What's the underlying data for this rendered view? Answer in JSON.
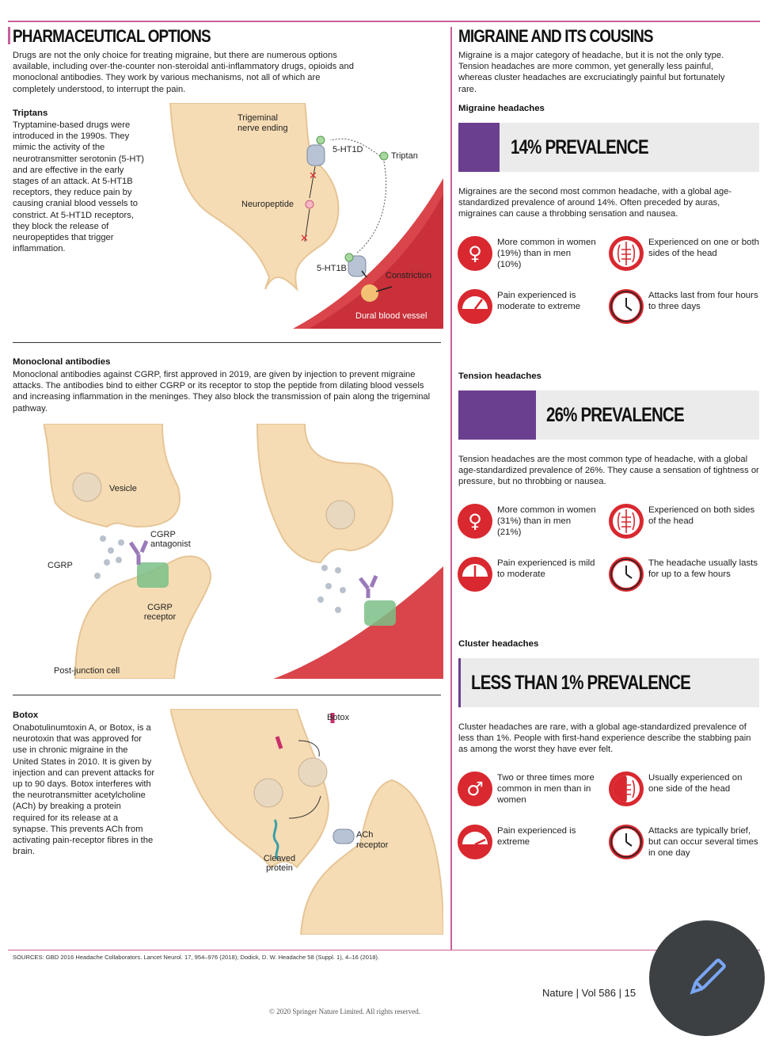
{
  "left": {
    "title": "PHARMACEUTICAL OPTIONS",
    "intro": "Drugs are not the only choice for treating migraine, but there are numerous options available, including over-the-counter non-steroidal anti-inflammatory drugs, opioids and monoclonal antibodies. They work by various mechanisms, not all of which are completely understood, to interrupt the pain.",
    "triptans": {
      "heading": "Triptans",
      "body": "Tryptamine-based drugs were introduced in the 1990s. They mimic the activity of the neurotransmitter serotonin (5-HT) and are effective in the early stages of an attack. At 5-HT1B receptors, they reduce pain by causing cranial blood vessels to constrict. At 5-HT1D receptors, they block the release of neuropeptides that trigger inflammation.",
      "labels": {
        "trigeminal": "Trigeminal nerve ending",
        "ht1d": "5-HT1D",
        "triptan": "Triptan",
        "neuropeptide": "Neuropeptide",
        "ht1b": "5-HT1B",
        "constriction": "Constriction",
        "vessel": "Dural blood vessel"
      }
    },
    "mab": {
      "heading": "Monoclonal antibodies",
      "body": "Monoclonal antibodies against CGRP, first approved in 2019, are given by injection to prevent migraine attacks. The antibodies bind to either CGRP or its receptor to stop the peptide from dilating blood vessels and increasing inflammation in the meninges. They also block the transmission of pain along the trigeminal pathway.",
      "labels": {
        "vesicle": "Vesicle",
        "antagonist": "CGRP antagonist",
        "cgrp": "CGRP",
        "receptor": "CGRP receptor",
        "postjunction": "Post-junction cell"
      }
    },
    "botox": {
      "heading": "Botox",
      "body": "Onabotulinumtoxin A, or Botox, is a neurotoxin that was approved for use in chronic migraine in the United States in 2010. It is given by injection and can prevent attacks for up to 90 days. Botox interferes with the neurotransmitter acetylcholine (ACh) by breaking a protein required for its release at a synapse. This prevents ACh from activating pain-receptor fibres in the brain.",
      "labels": {
        "botox": "Botox",
        "ach": "ACh receptor",
        "cleaved": "Cleaved protein"
      }
    },
    "sources": "SOURCES: GBD 2016 Headache Collaborators. Lancet Neurol. 17, 954–976 (2018); Dodick, D. W. Headache 58 (Suppl. 1), 4–16 (2018)."
  },
  "right": {
    "title": "MIGRAINE AND ITS COUSINS",
    "intro": "Migraine is a major category of headache, but it is not the only type. Tension headaches are more common, yet generally less painful, whereas cluster headaches are excruciatingly painful but fortunately rare.",
    "sections": [
      {
        "heading": "Migraine headaches",
        "prevalence": "14% PREVALENCE",
        "prevalence_pct": 14,
        "body": "Migraines are the second most common headache, with a global age-standardized prevalence of around 14%. Often preceded by auras, migraines can cause a throbbing sensation and nausea.",
        "facts": [
          {
            "icon": "female-icon",
            "text": "More common in women (19%) than in men (10%)"
          },
          {
            "icon": "brain-both-sides-icon",
            "text": "Experienced on one or both sides of the head"
          },
          {
            "icon": "pain-gauge-icon",
            "text": "Pain experienced is moderate to extreme"
          },
          {
            "icon": "clock-icon",
            "text": "Attacks last from four hours to three days"
          }
        ]
      },
      {
        "heading": "Tension headaches",
        "prevalence": "26% PREVALENCE",
        "prevalence_pct": 26,
        "body": "Tension headaches are the most common type of headache, with a global age-standardized prevalence of 26%. They cause a sensation of tightness or pressure, but no throbbing or nausea.",
        "facts": [
          {
            "icon": "female-icon",
            "text": "More common in women (31%) than in men (21%)"
          },
          {
            "icon": "brain-both-sides-icon",
            "text": "Experienced on both sides of the head"
          },
          {
            "icon": "pain-gauge-icon",
            "text": "Pain experienced is mild to moderate"
          },
          {
            "icon": "clock-icon",
            "text": "The headache usually lasts for up to a few hours"
          }
        ]
      },
      {
        "heading": "Cluster headaches",
        "prevalence": "LESS THAN 1% PREVALENCE",
        "prevalence_pct": 1,
        "body": "Cluster headaches are rare, with a global age-standardized prevalence of less than 1%. People with first-hand experience describe the stabbing pain as among the worst they have ever felt.",
        "facts": [
          {
            "icon": "male-icon",
            "text": "Two or three times more common in men than in women"
          },
          {
            "icon": "brain-one-side-icon",
            "text": "Usually experienced on one side of the head"
          },
          {
            "icon": "pain-gauge-icon",
            "text": "Pain experienced is extreme"
          },
          {
            "icon": "clock-icon",
            "text": "Attacks are typically brief, but can occur several times in one day"
          }
        ]
      }
    ]
  },
  "footer": {
    "journal": "Nature | Vol 586 | 15",
    "copyright": "© 2020 Springer Nature Limited. All rights reserved."
  },
  "colors": {
    "accent": "#c9609a",
    "purple": "#6b3f8f",
    "red": "#d9282f",
    "tissue": "#f6dcb4"
  }
}
